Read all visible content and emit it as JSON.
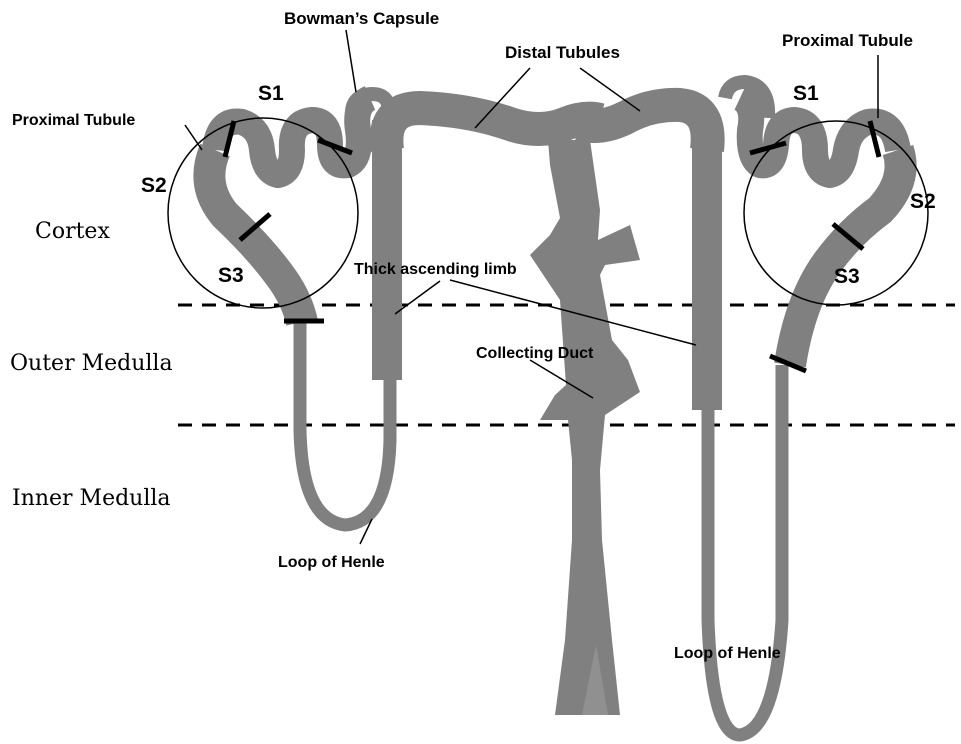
{
  "diagram": {
    "zones": {
      "cortex": "Cortex",
      "outer_medulla": "Outer Medulla",
      "inner_medulla": "Inner Medulla"
    },
    "labels": {
      "bowmans_capsule": "Bowman’s Capsule",
      "distal_tubules": "Distal Tubules",
      "proximal_tubule_left": "Proximal Tubule",
      "proximal_tubule_right": "Proximal Tubule",
      "thick_ascending_limb": "Thick ascending limb",
      "collecting_duct": "Collecting Duct",
      "loop_of_henle_left": "Loop of Henle",
      "loop_of_henle_right": "Loop of Henle"
    },
    "segments": {
      "left": {
        "s1": "S1",
        "s2": "S2",
        "s3": "S3"
      },
      "right": {
        "s1": "S1",
        "s2": "S2",
        "s3": "S3"
      }
    },
    "colors": {
      "tubule": "#808080",
      "lines": "#000000",
      "background": "#ffffff"
    }
  }
}
